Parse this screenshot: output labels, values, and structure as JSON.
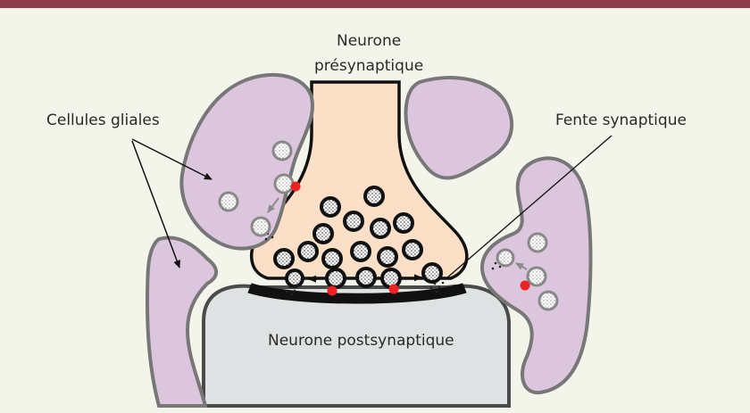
{
  "labels": {
    "presynaptic": "Neurone\nprésynaptique",
    "presynaptic_line1": "Neurone",
    "presynaptic_line2": "présynaptique",
    "glial_cells": "Cellules gliales",
    "synaptic_cleft": "Fente synaptique",
    "postsynaptic": "Neurone postsynaptique"
  },
  "colors": {
    "header_bar": "#8e3b4a",
    "background": "#f4f5ea",
    "glial_fill": "#dcc6dd",
    "presynaptic_fill": "#fbdfc6",
    "postsynaptic_fill": "#dfe2e2",
    "outline": "#4a4a4a",
    "vesicle_dark": "#1a1a1a",
    "vesicle_light": "#c8c8c8",
    "transporter_dot": "#ee2222",
    "arrow_gray": "#8a8a8a"
  }
}
